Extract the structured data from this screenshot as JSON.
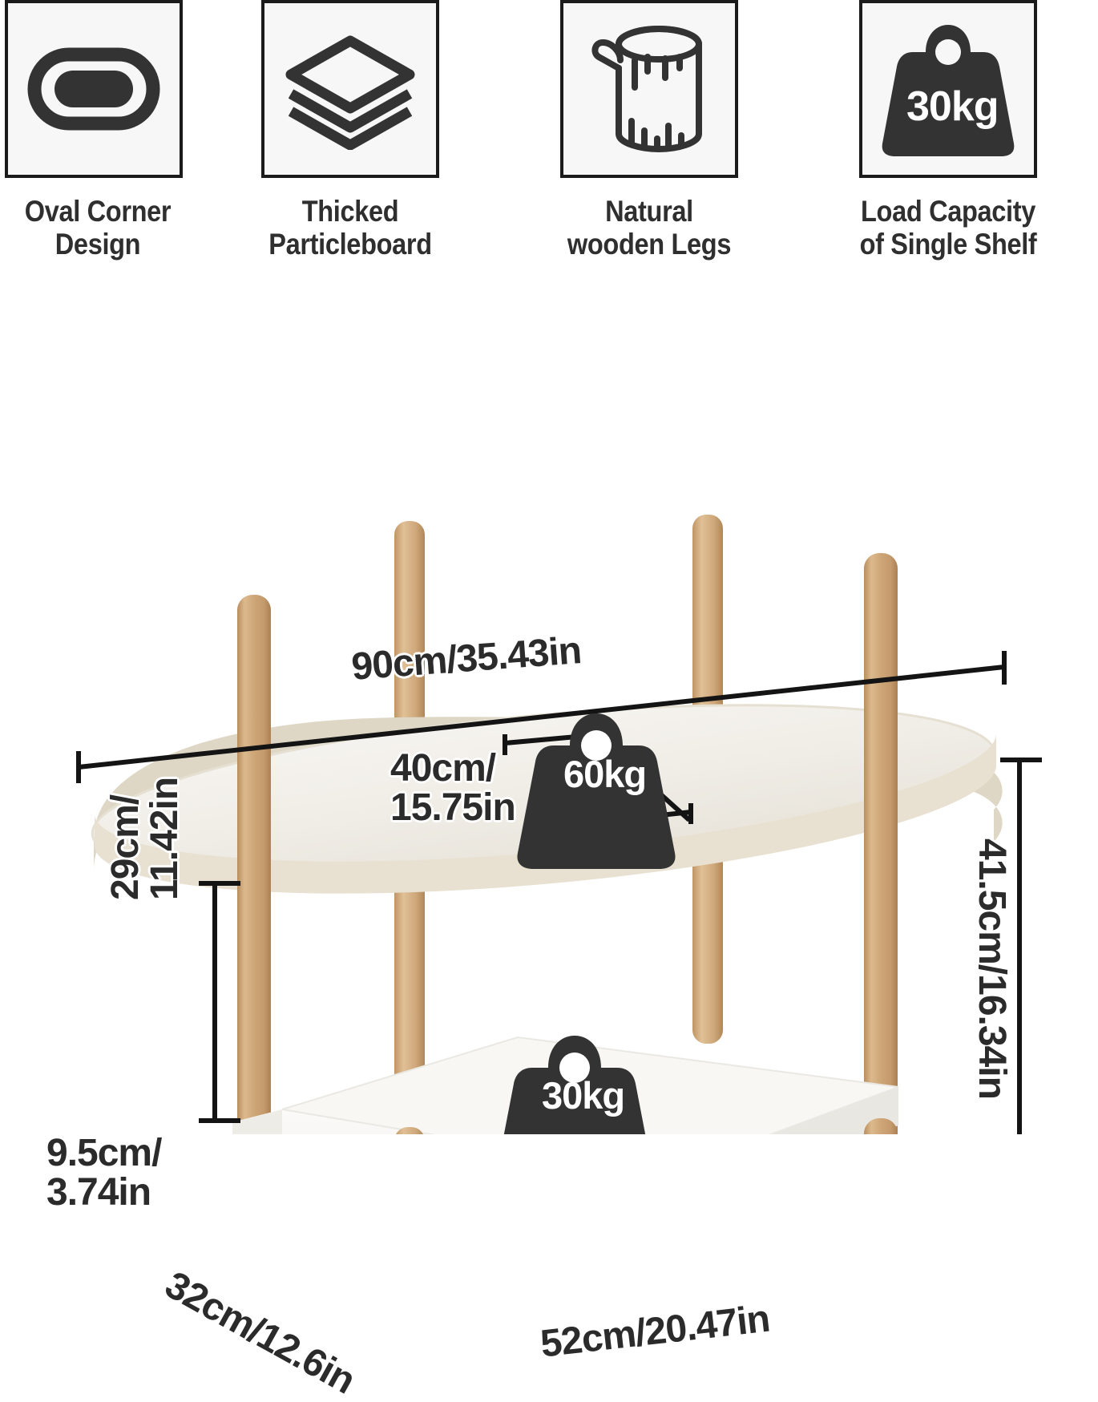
{
  "features": [
    {
      "icon": "oval-corner-icon",
      "label": "Oval Corner\nDesign"
    },
    {
      "icon": "layers-board-icon",
      "label": "Thicked\nParticleboard"
    },
    {
      "icon": "wood-log-icon",
      "label": "Natural\nwooden Legs"
    },
    {
      "icon": "weight-30kg-icon",
      "label": "Load Capacity\nof Single Shelf",
      "badge_value": "30kg"
    }
  ],
  "product": {
    "type": "oval-two-tier-coffee-table",
    "top_color": "#f2efe9",
    "top_edge_color": "#e2dccd",
    "shelf_color": "#f6f5f2",
    "leg_color": "#caa271",
    "foot_color": "#2a2a2a"
  },
  "dimensions": {
    "top_length": "90cm/35.43in",
    "top_width": "40cm/\n15.75in",
    "total_height": "41.5cm/16.34in",
    "clearance": "29cm/\n11.42in",
    "shelf_height": "9.5cm/\n3.74in",
    "shelf_depth": "32cm/12.6in",
    "shelf_width": "52cm/20.47in"
  },
  "load_badges": {
    "tabletop": "60kg",
    "shelf": "30kg"
  },
  "colors": {
    "ink": "#2b2b2b",
    "badge_fill": "#333333",
    "badge_text": "#ffffff",
    "icon_box_bg": "#f7f7f7",
    "icon_box_border": "#1b1b1b"
  }
}
